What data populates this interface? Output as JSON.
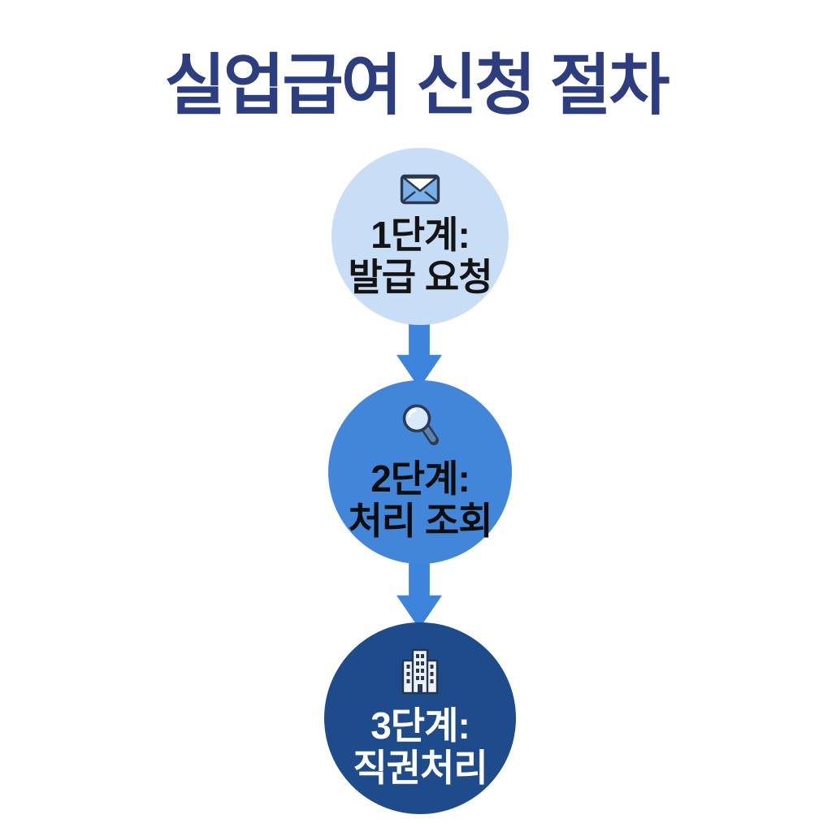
{
  "title": "실업급여 신청 절차",
  "colors": {
    "background": "#ffffff",
    "title_text": "#2c3e80",
    "arrow": "#3c83db",
    "step1_circle": "#c8ddf6",
    "step1_text": "#141414",
    "step2_circle": "#4286da",
    "step2_text": "#0d0d0d",
    "step3_circle": "#1d4b8b",
    "step3_text": "#ffffff"
  },
  "steps": [
    {
      "line1": "1단계:",
      "line2": "발급 요청",
      "icon": "envelope-icon"
    },
    {
      "line1": "2단계:",
      "line2": "처리 조회",
      "icon": "magnifier-icon"
    },
    {
      "line1": "3단계:",
      "line2": "직권처리",
      "icon": "building-icon"
    }
  ]
}
